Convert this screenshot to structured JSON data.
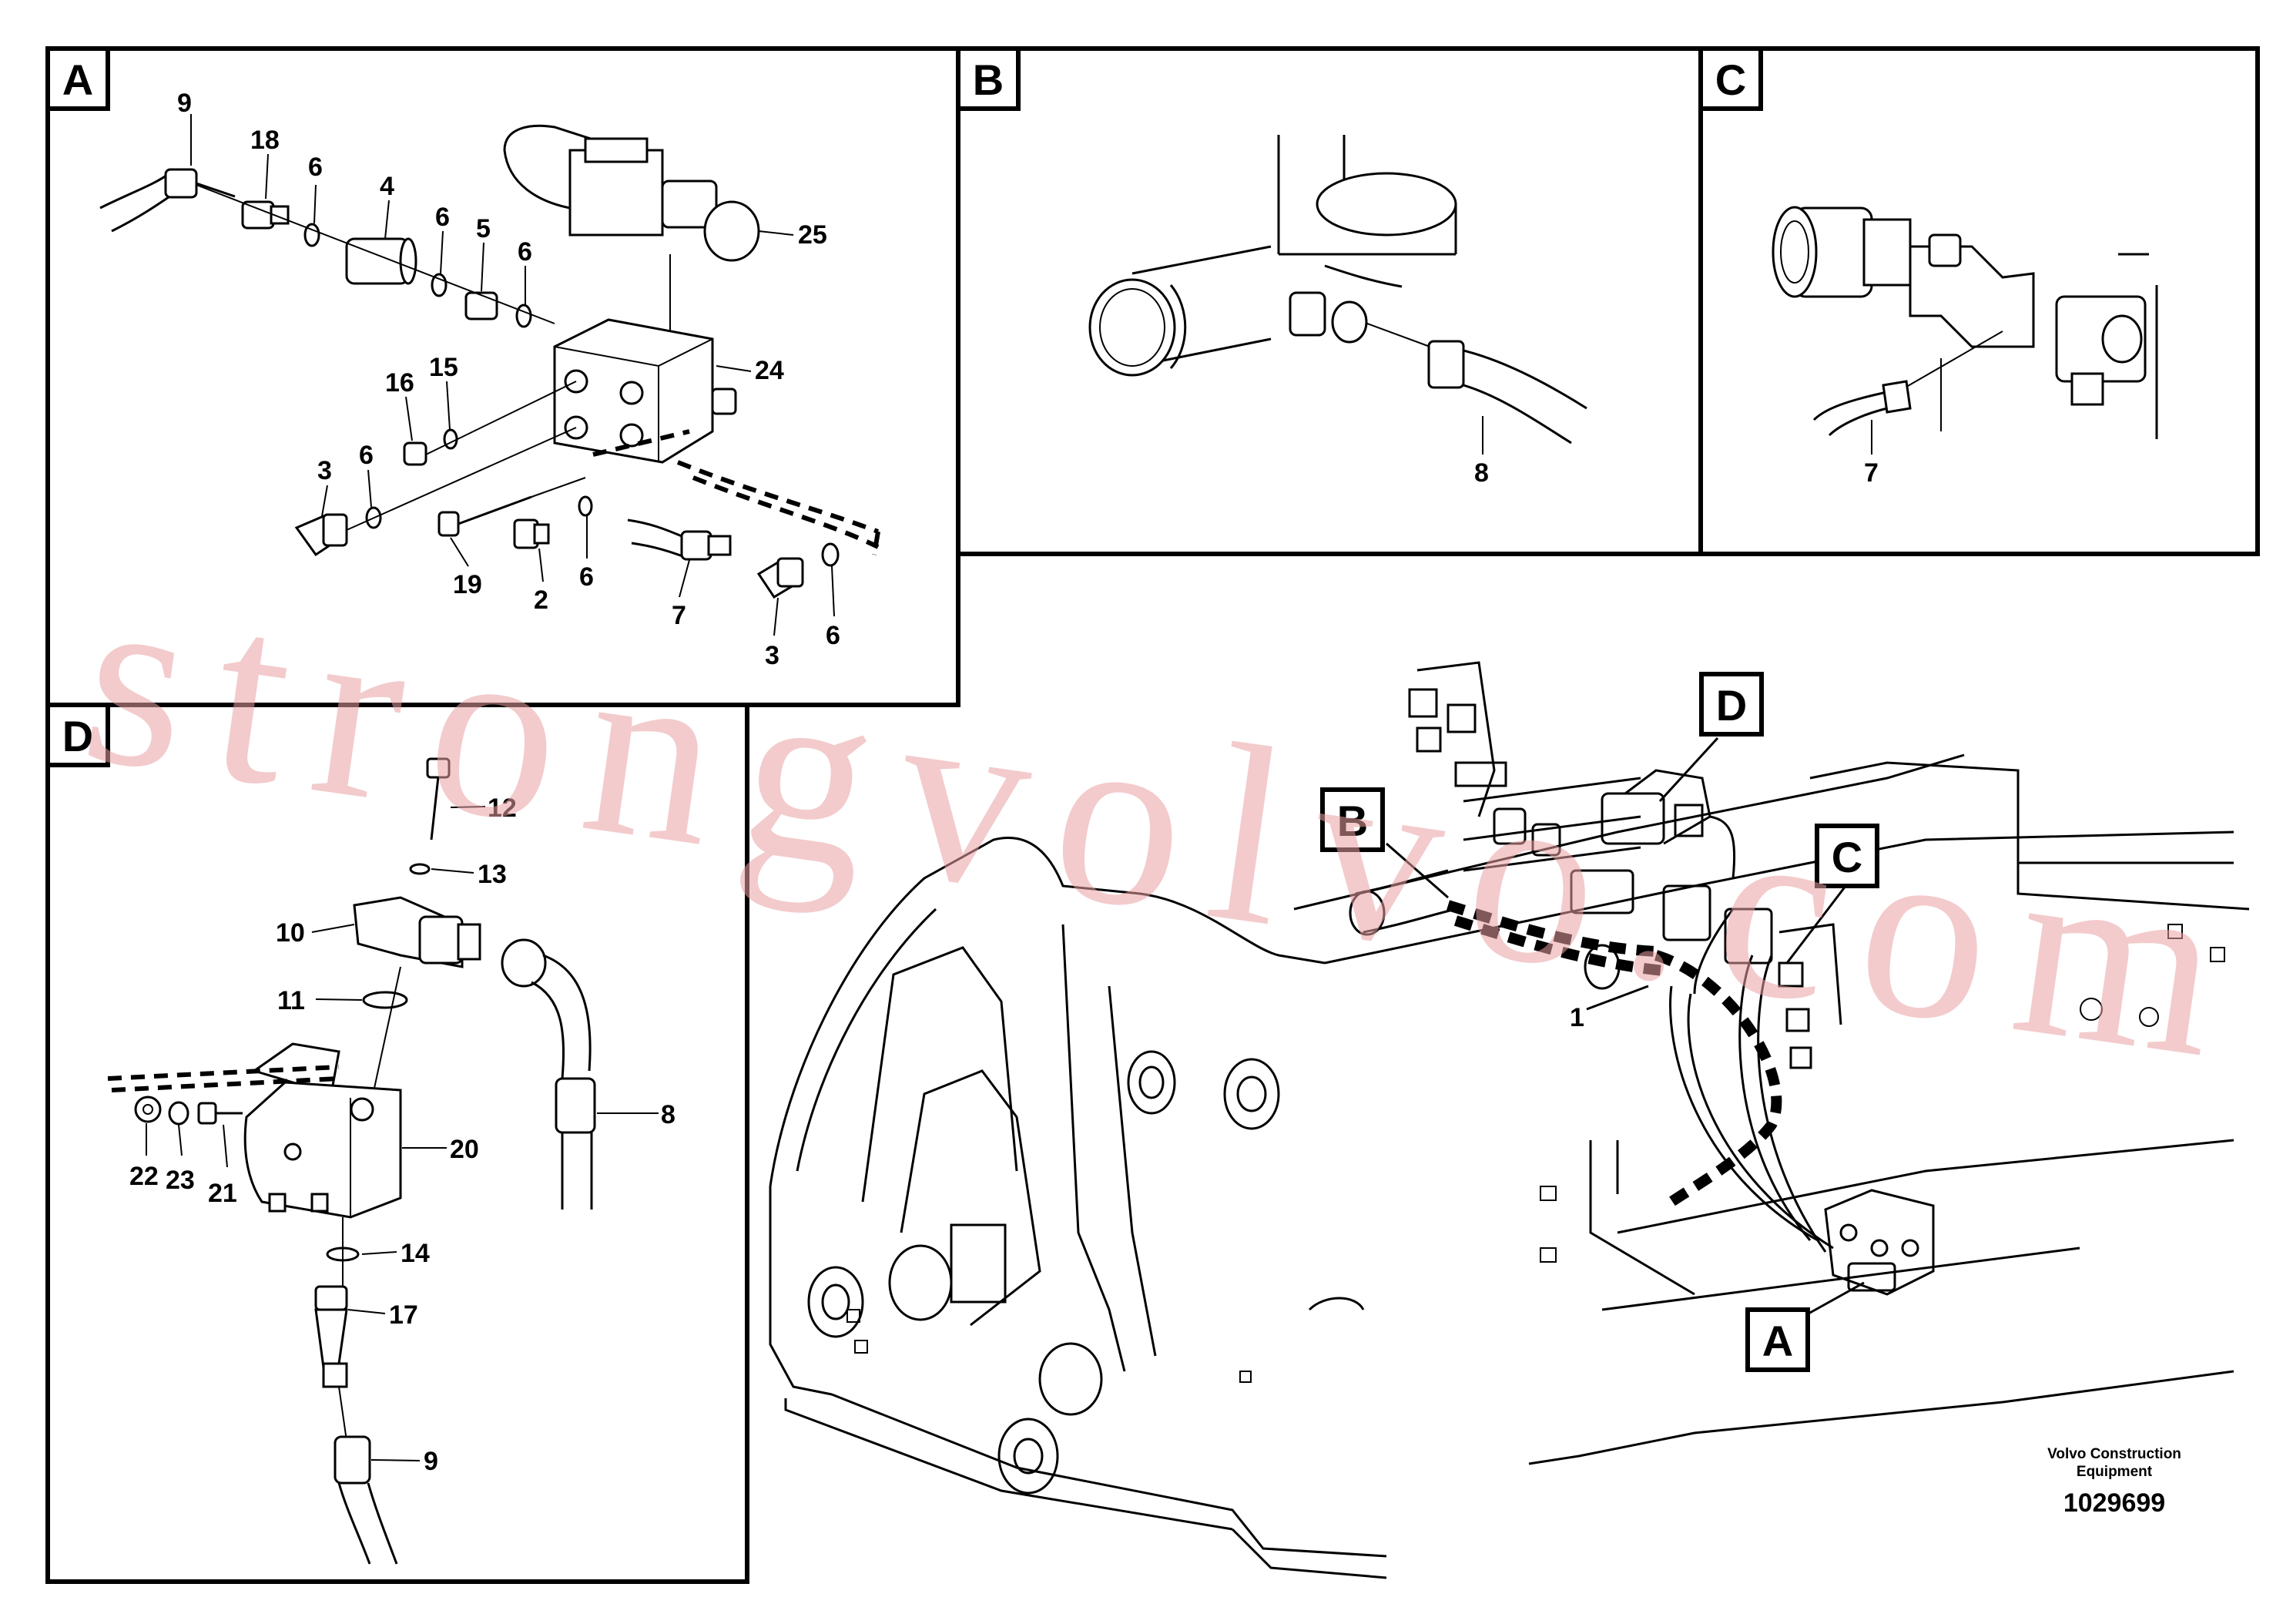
{
  "panels": {
    "a": {
      "label": "A",
      "callouts": [
        "9",
        "18",
        "6",
        "4",
        "6",
        "5",
        "6",
        "25",
        "24",
        "16",
        "15",
        "6",
        "3",
        "19",
        "2",
        "6",
        "7",
        "3",
        "6"
      ]
    },
    "b": {
      "label": "B",
      "callouts": [
        "8"
      ]
    },
    "c": {
      "label": "C",
      "callouts": [
        "7"
      ]
    },
    "d": {
      "label": "D",
      "callouts": [
        "12",
        "13",
        "10",
        "11",
        "8",
        "20",
        "22",
        "23",
        "21",
        "14",
        "17",
        "9"
      ]
    }
  },
  "overview": {
    "markers": [
      "D",
      "B",
      "C",
      "A"
    ],
    "callouts": [
      "1"
    ]
  },
  "footer": {
    "company_line1": "Volvo Construction",
    "company_line2": "Equipment",
    "doc_number": "1029699"
  },
  "watermark": "strongvolvo.com"
}
